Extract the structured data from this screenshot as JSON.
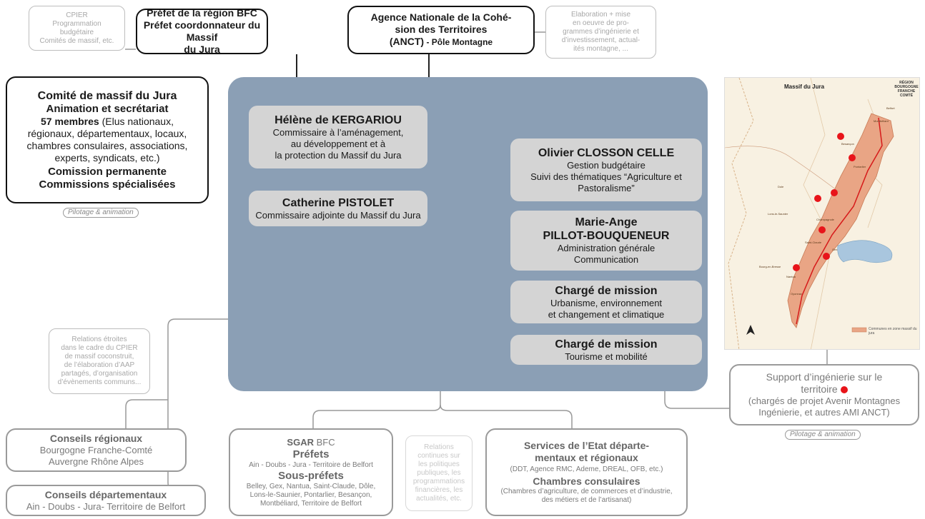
{
  "top": {
    "cpier": [
      "CPIER",
      "Programmation",
      "budgétaire",
      "Comités de massif, etc."
    ],
    "prefet": [
      "Préfet de la région BFC",
      "Préfet coordonnateur du Massif",
      "du Jura"
    ],
    "anct": [
      "Agence Nationale de la Cohé-",
      "sion des Territoires",
      "(ANCT)",
      " - Pôle Montagne"
    ],
    "elaboration": [
      "Elaboration + mise",
      "en oeuvre de pro-",
      "grammes d’ingénierie et",
      "d’investissement, actual-",
      "ités montagne, ..."
    ]
  },
  "comite": {
    "title": "Comité de massif du Jura",
    "subtitle": "Animation et secrétariat",
    "members_bold": "57 membres",
    "members_text": " (Elus nationaux,",
    "lines": [
      "régionaux, départementaux, locaux,",
      "chambres consulaires, associations,",
      "experts, syndicats, etc.)"
    ],
    "com1": "Comission permanente",
    "com2": "Commissions spécialisées",
    "pill": "Pilotage & animation"
  },
  "team": {
    "kergariou": {
      "name": "Hélène de KERGARIOU",
      "lines": [
        "Commissaire à l’aménagement,",
        "au développement et à",
        "la protection du Massif du Jura"
      ]
    },
    "pistolet": {
      "name": "Catherine PISTOLET",
      "lines": [
        "Commissaire adjointe du Massif du Jura"
      ]
    },
    "closson": {
      "name": "Olivier CLOSSON CELLE",
      "lines": [
        "Gestion budgétaire",
        "Suivi des thématiques “Agriculture et",
        "Pastoralisme”"
      ]
    },
    "pillot": {
      "name1": "Marie-Ange",
      "name2": "PILLOT-BOUQUENEUR",
      "lines": [
        "Administration générale",
        "Communication"
      ]
    },
    "charge1": {
      "name": "Chargé de mission",
      "lines": [
        "Urbanisme, environnement",
        "et changement et climatique"
      ]
    },
    "charge2": {
      "name": "Chargé de mission",
      "lines": [
        "Tourisme et mobilité"
      ]
    }
  },
  "relations": [
    "Relations étroites",
    "dans le cadre du CPIER",
    "de massif coconstruit,",
    "de l’élaboration d’AAP",
    "partagés, d’organisation",
    "d’évènements communs..."
  ],
  "conseils_regionaux": {
    "title": "Conseils régionaux",
    "lines": [
      "Bourgogne Franche-Comté",
      "Auvergne Rhône Alpes"
    ]
  },
  "conseils_departementaux": {
    "title": "Conseils départementaux",
    "lines": [
      "Ain - Doubs - Jura- Territoire de Belfort"
    ]
  },
  "sgar": {
    "title_bold": "SGAR",
    "title_rest": " BFC",
    "prefets": "Préfets",
    "prefets_line": "Ain - Doubs - Jura - Territoire de Belfort",
    "sous": "Sous-préfets",
    "sous_lines": [
      "Belley, Gex, Nantua, Saint-Claude, Dôle,",
      "Lons-le-Saunier, Pontarlier, Besançon,",
      "Montbéliard, Territoire de Belfort"
    ]
  },
  "relations2": [
    "Relations",
    "continues sur",
    "les politiques",
    "publiques, les",
    "programmations",
    "financières, les",
    "actualités, etc."
  ],
  "services": {
    "title": [
      "Services de l’Etat départe-",
      "mentaux et régionaux"
    ],
    "sub": "(DDT, Agence RMC, Ademe, DREAL, OFB, etc.)",
    "chambres": "Chambres consulaires",
    "chambres_lines": [
      "(Chambres d’agriculture, de commerces et d’industrie,",
      "des métiers et de l’artisanat)"
    ]
  },
  "support": {
    "lines": [
      "Support d’ingénierie sur le",
      "territoire"
    ],
    "detail": [
      "(chargés de projet Avenir Montagnes",
      "Ingénierie, et autres AMI ANCT)"
    ],
    "pill": "Pilotage & animation",
    "dot_color": "#e8141a"
  },
  "map": {
    "title": "Massif du Jura",
    "region": [
      "RÉGION",
      "BOURGOGNE",
      "FRANCHE",
      "COMTÉ"
    ],
    "legend": "Communes en zone massif du jura",
    "cities": [
      "Besançon",
      "Pontarlier",
      "Dole",
      "Lons-le-Saunier",
      "Saint-Claude",
      "Bourg-en-Bresse",
      "Nantua",
      "Gex",
      "Belfort",
      "Montbéliard",
      "Oyonnax",
      "Champagnole"
    ]
  },
  "colors": {
    "panel": "#8b9fb5",
    "card": "#d4d4d4",
    "massif": "#e9a585",
    "dot": "#e8141a"
  }
}
